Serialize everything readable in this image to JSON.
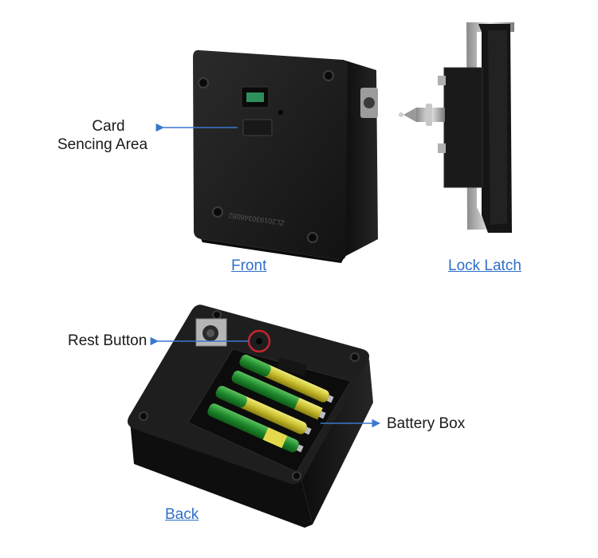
{
  "labels": {
    "card_line1": "Card",
    "card_line2": "Sencing Area",
    "rest_button": "Rest Button",
    "battery_box": "Battery Box"
  },
  "captions": {
    "front": "Front",
    "lock_latch": "Lock Latch",
    "back": "Back"
  },
  "device_text": {
    "serial": "ZL201930346082"
  },
  "colors": {
    "arrow": "#3a78d0",
    "caption": "#2f6fc9",
    "highlight_ring": "#c4252e",
    "device_body": "#1c1c1c",
    "battery_green": "#2e8b3a",
    "battery_yellow": "#c9c23a"
  }
}
